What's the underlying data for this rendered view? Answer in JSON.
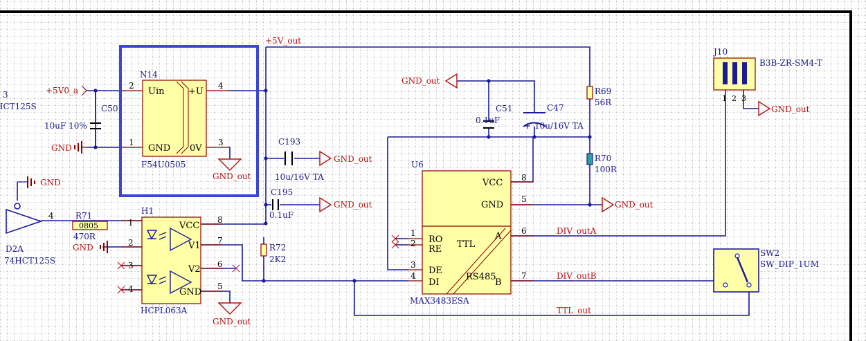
{
  "colors": {
    "grid": "#7a7a7a",
    "wire": "#1a1a9a",
    "component": "#8b0000",
    "body_fill": "#ffffa8",
    "net_label": "#b01010",
    "text_blue": "#1a1a8a",
    "selection": "#3b46d6"
  },
  "nets": {
    "plus5v_out": "+5V_out",
    "plus5v0": "+5V0_a",
    "gnd": "GND",
    "gnd_out": "GND_out",
    "div_out_a": "DIV_outA",
    "div_out_b": "DIV_outB",
    "ttl_out": "TTL_out"
  },
  "components": {
    "n14": {
      "ref": "N14",
      "part": "F54U0505",
      "pin_uin": "Uin",
      "pin_gnd": "GND",
      "pin_u": "+U",
      "pin_0v": "0V",
      "pins": [
        "2",
        "1",
        "4",
        "3"
      ]
    },
    "c50": {
      "ref": "C50",
      "value": "10uF 10%"
    },
    "c193": {
      "ref": "C193",
      "value": "10u/16V TA"
    },
    "c195": {
      "ref": "C195",
      "value": "0.1uF"
    },
    "c51": {
      "ref": "C51",
      "value": "0.1uF"
    },
    "c47": {
      "ref": "C47",
      "value": "10u/16V TA"
    },
    "r69": {
      "ref": "R69",
      "value": "56R"
    },
    "r70": {
      "ref": "R70",
      "value": "100R"
    },
    "r71": {
      "ref": "R71",
      "value": "470R",
      "footprint": "0805"
    },
    "r72": {
      "ref": "R72",
      "value": "2K2"
    },
    "h1": {
      "ref": "H1",
      "part": "HCPL063A",
      "pin_vcc": "VCC",
      "pin_v1": "V1",
      "pin_v2": "V2",
      "pin_gnd": "GND",
      "pins": [
        "1",
        "2",
        "3",
        "4",
        "8",
        "7",
        "6",
        "5"
      ]
    },
    "u6": {
      "ref": "U6",
      "part": "MAX3483ESA",
      "pin_vcc": "VCC",
      "pin_gnd": "GND",
      "pin_ro": "RO",
      "pin_re": "RE",
      "pin_de": "DE",
      "pin_di": "DI",
      "label_ttl": "TTL",
      "label_rs485": "RS485",
      "pin_a": "A",
      "pin_b": "B",
      "pins": [
        "8",
        "5",
        "1",
        "2",
        "3",
        "4",
        "6",
        "7"
      ]
    },
    "d2a": {
      "ref": "D2A",
      "part": "74HCT125S",
      "pin": "4"
    },
    "left_edge": {
      "ref_partial": "3",
      "part_partial": "HCT125S"
    },
    "j10": {
      "ref": "J10",
      "part": "B3B-ZR-SM4-T",
      "pins": [
        "1",
        "2",
        "3"
      ]
    },
    "sw2": {
      "ref": "SW2",
      "part": "SW_DIP_1UM"
    }
  }
}
